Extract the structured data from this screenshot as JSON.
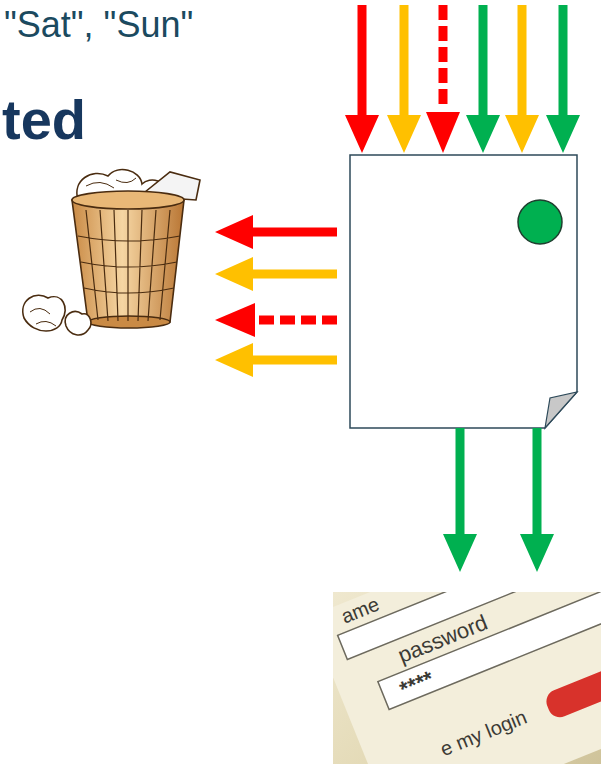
{
  "diagram": {
    "labels": [
      "\"Sat\", \"Sun\"",
      "ted",
      "ame",
      "password",
      "****",
      "e my login"
    ]
  }
}
